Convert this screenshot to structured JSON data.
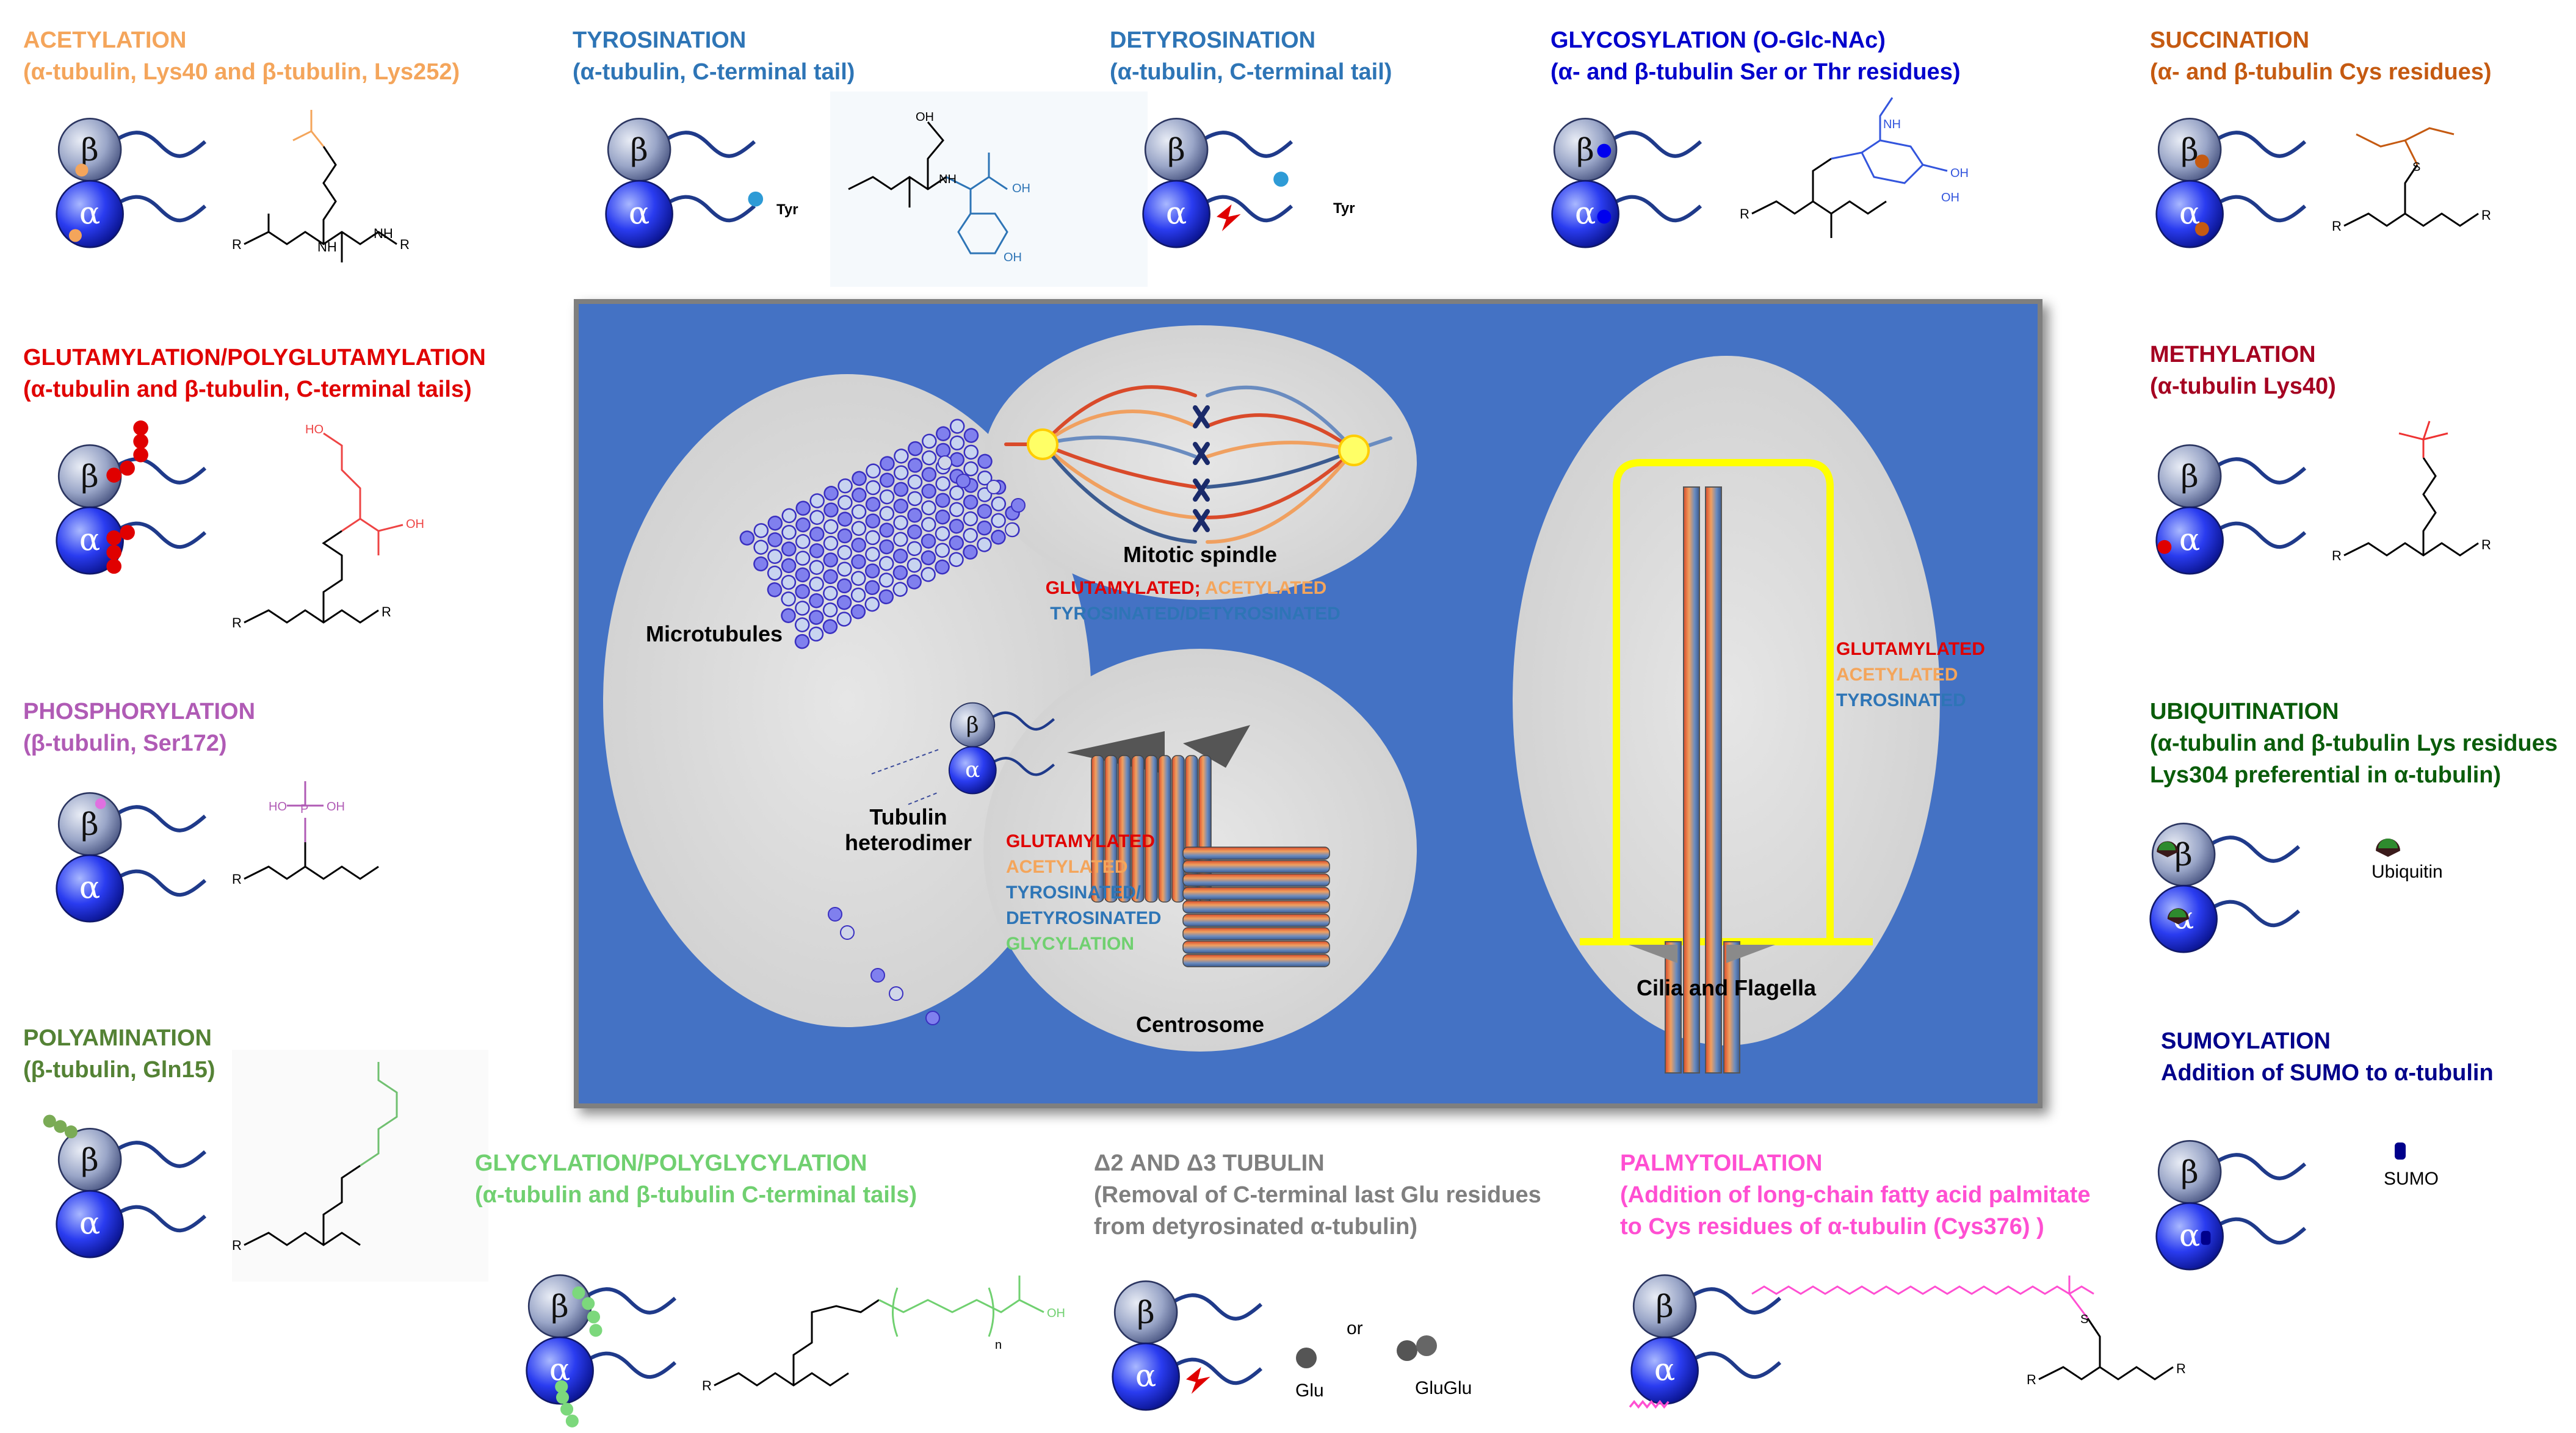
{
  "colors": {
    "acetylation": "#f4a55b",
    "tyrosination": "#2e75b6",
    "glycosylation": "#0000cc",
    "succination": "#c55a11",
    "glutamylation": "#e00000",
    "methylation": "#a50021",
    "phosphorylation": "#b05bb5",
    "ubiquitination": "#0a5c0a",
    "polyamination": "#548235",
    "sumoylation": "#00008b",
    "glycylation": "#70d070",
    "delta": "#7f7f7f",
    "palmitoylation": "#ff4fd2",
    "panel_blue": "#4472c4",
    "yellow": "#ffff00"
  },
  "dimer_labels": {
    "beta": "β",
    "alpha": "α"
  },
  "ptms": {
    "acetylation": {
      "title": "ACETYLATION",
      "subtitle": "(α-tubulin, Lys40 and β-tubulin, Lys252)"
    },
    "tyrosination": {
      "title": "TYROSINATION",
      "subtitle": "(α-tubulin, C-terminal tail)",
      "tag": "Tyr"
    },
    "detyrosination": {
      "title": "DETYROSINATION",
      "subtitle": "(α-tubulin, C-terminal tail)",
      "tag": "Tyr"
    },
    "glycosylation": {
      "title": "GLYCOSYLATION (O-Glc-NAc)",
      "subtitle": "(α- and β-tubulin Ser or Thr residues)"
    },
    "succination": {
      "title": "SUCCINATION",
      "subtitle": "(α- and β-tubulin Cys residues)"
    },
    "glutamylation": {
      "title": "GLUTAMYLATION/POLYGLUTAMYLATION",
      "subtitle": "(α-tubulin and β-tubulin, C-terminal tails)"
    },
    "methylation": {
      "title": "METHYLATION",
      "subtitle": "(α-tubulin Lys40)"
    },
    "phosphorylation": {
      "title": "PHOSPHORYLATION",
      "subtitle": "(β-tubulin, Ser172)"
    },
    "ubiquitination": {
      "title": "UBIQUITINATION",
      "subtitle": "(α-tubulin and β-tubulin Lys residues",
      "subtitle2": "Lys304 preferential in α-tubulin)",
      "tag": "Ubiquitin"
    },
    "polyamination": {
      "title": "POLYAMINATION",
      "subtitle": "(β-tubulin, Gln15)"
    },
    "sumoylation": {
      "title": "SUMOYLATION",
      "subtitle": "Addition of SUMO to α-tubulin",
      "tag": "SUMO"
    },
    "glycylation": {
      "title": "GLYCYLATION/POLYGLYCYLATION",
      "subtitle": "(α-tubulin and β-tubulin C-terminal tails)"
    },
    "delta": {
      "title": "Δ2 AND Δ3 TUBULIN",
      "subtitle": "(Removal of C-terminal last Glu residues",
      "subtitle2": "from detyrosinated α-tubulin)",
      "glu": "Glu",
      "or": "or",
      "gluglu": "GluGlu"
    },
    "palmitoylation": {
      "title": "PALMYTOILATION",
      "subtitle": "(Addition of long-chain fatty acid palmitate",
      "subtitle2": "to Cys residues of α-tubulin (Cys376) )"
    }
  },
  "center": {
    "microtubules_label": "Microtubules",
    "tubulin_label_1": "Tubulin",
    "tubulin_label_2": "heterodimer",
    "spindle": {
      "label": "Mitotic spindle",
      "mod_glutamylated": "GLUTAMYLATED;",
      "mod_acetylated": "ACETYLATED",
      "mod_tyr": "TYROSINATED/DETYROSINATED"
    },
    "centrosome": {
      "label": "Centrosome",
      "mods": [
        "GLUTAMYLATED",
        "ACETYLATED",
        "TYROSINATED/",
        "DETYROSINATED",
        "GLYCYLATION"
      ]
    },
    "cilia": {
      "label": "Cilia and Flagella",
      "mods": [
        "GLUTAMYLATED",
        "ACETYLATED",
        "TYROSINATED"
      ]
    }
  }
}
